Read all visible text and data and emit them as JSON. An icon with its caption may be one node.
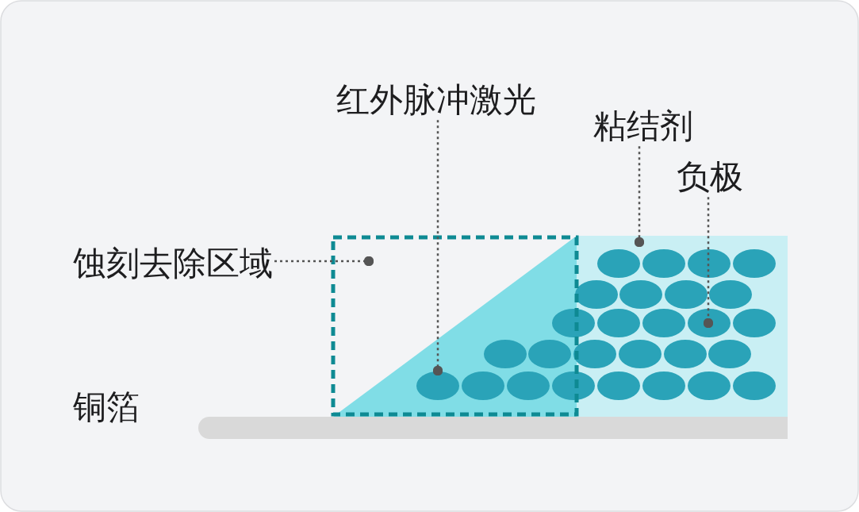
{
  "diagram": {
    "nodes": [
      {
        "text": [
          "红外脉冲激光"
        ]
      },
      {
        "text": [
          "粘结剂"
        ]
      },
      {
        "text": [
          "负极"
        ]
      },
      {
        "text": [
          "蚀刻去除区域"
        ]
      },
      {
        "text": [],
        "shape": "box"
      },
      {
        "text": [],
        "shape": "circle",
        "in": 4
      },
      {
        "text": [],
        "shape": "box"
      },
      {
        "text": [],
        "shape": "circle",
        "in": 6
      }
    ],
    "edges": [
      {
        "from": 0,
        "to": 5,
        "arrow": "other",
        "style": "dashed"
      },
      {
        "from": 1,
        "to": 6,
        "arrow": "other",
        "style": "dashed"
      },
      {
        "from": 2,
        "to": 7,
        "arrow": "other",
        "style": "dashed"
      },
      {
        "from": 3,
        "to": 4,
        "arrow": "other",
        "style": "dashed"
      }
    ],
    "labels": [
      "铜箔"
    ]
  }
}
